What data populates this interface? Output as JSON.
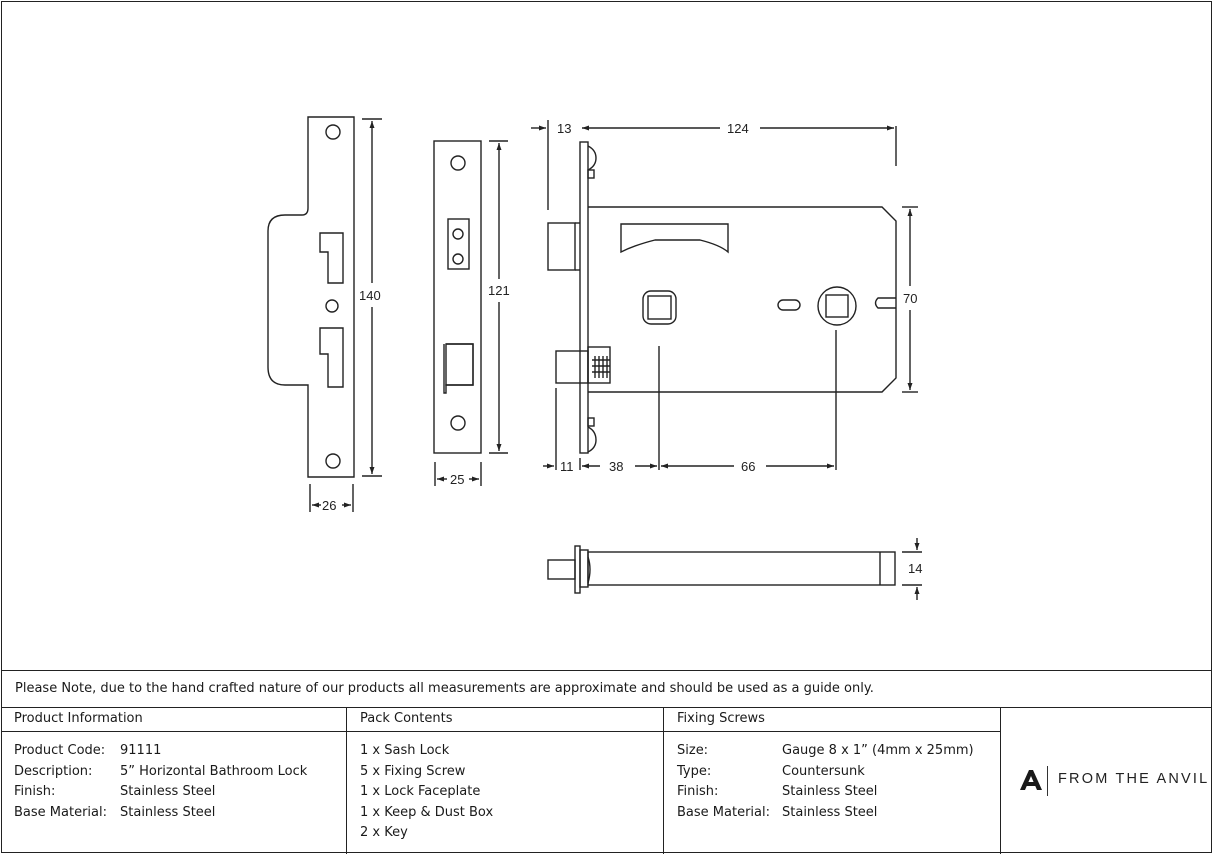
{
  "dimensions": {
    "keep_height": "140",
    "keep_width": "26",
    "faceplate_height": "121",
    "faceplate_width": "25",
    "faceplate_offset": "13",
    "case_length": "124",
    "case_height": "70",
    "backset_11": "11",
    "backset_38": "38",
    "centres_66": "66",
    "depth_14": "14"
  },
  "note": "Please Note, due to the hand crafted nature of our products all measurements are approximate and should be used as a guide only.",
  "product_information": {
    "heading": "Product Information",
    "rows": [
      {
        "label": "Product Code:",
        "value": "91111"
      },
      {
        "label": "Description:",
        "value": "5” Horizontal Bathroom Lock"
      },
      {
        "label": "Finish:",
        "value": "Stainless Steel"
      },
      {
        "label": "Base Material:",
        "value": "Stainless Steel"
      }
    ]
  },
  "pack_contents": {
    "heading": "Pack Contents",
    "items": [
      "1 x Sash Lock",
      "5 x Fixing Screw",
      "1 x Lock Faceplate",
      "1 x Keep & Dust Box",
      "2 x Key"
    ]
  },
  "fixing_screws": {
    "heading": "Fixing Screws",
    "rows": [
      {
        "label": "Size:",
        "value": "Gauge 8 x 1” (4mm x 25mm)"
      },
      {
        "label": "Type:",
        "value": "Countersunk"
      },
      {
        "label": "Finish:",
        "value": "Stainless Steel"
      },
      {
        "label": "Base Material:",
        "value": "Stainless Steel"
      }
    ]
  },
  "brand": {
    "name": "FROM THE ANVIL",
    "icon": "anvil-logo-icon"
  }
}
